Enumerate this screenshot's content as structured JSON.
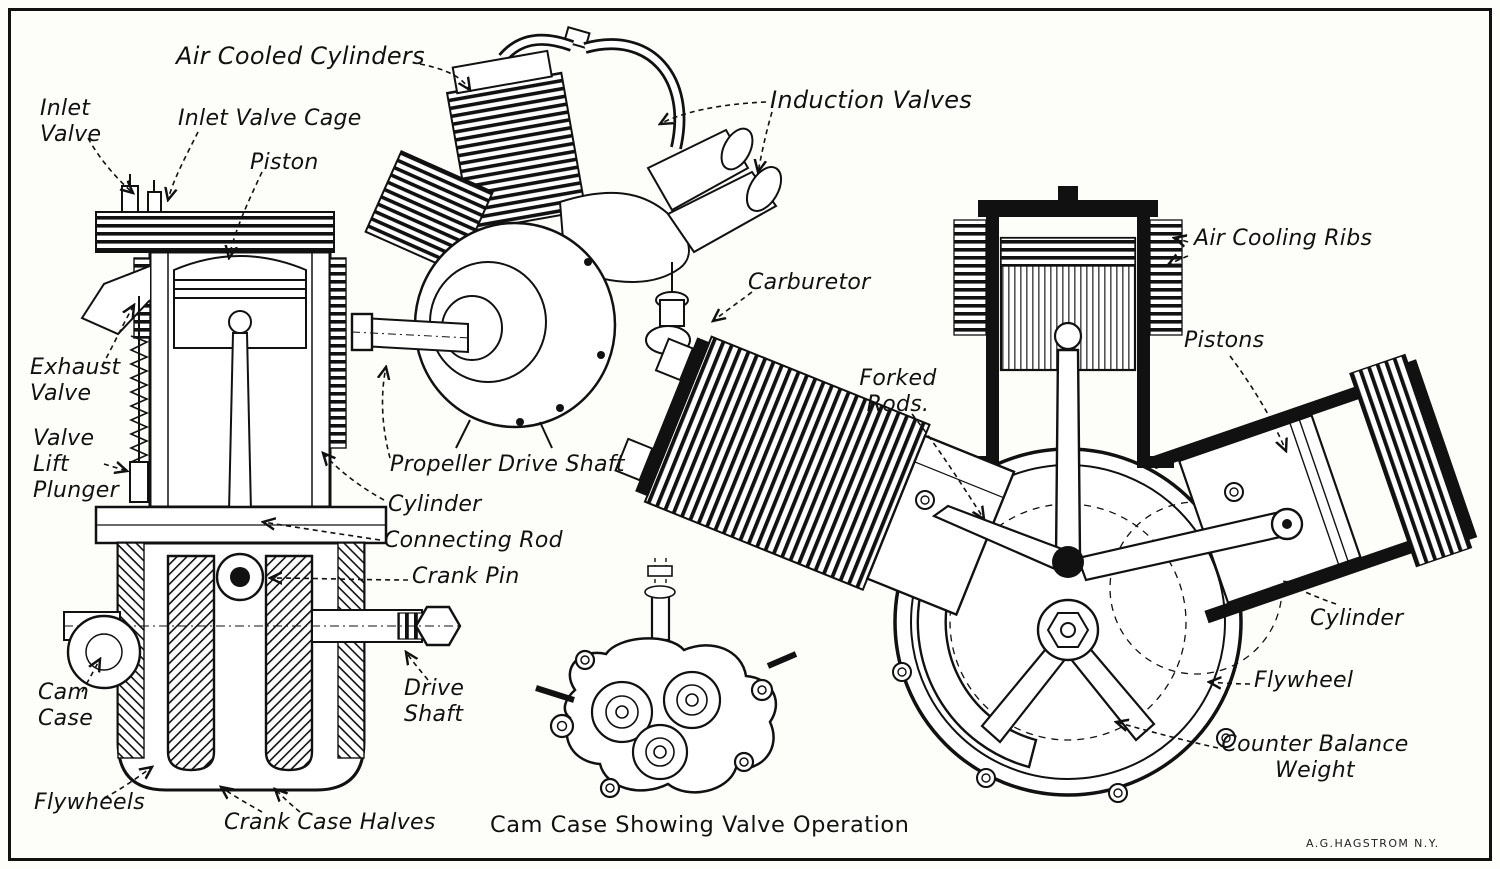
{
  "figure": {
    "caption": "Cam Case Showing Valve Operation",
    "credit": "A.G.HAGSTROM N.Y.",
    "ink_color": "#111111",
    "paper_color": "#fdfdfa"
  },
  "labels": {
    "air_cooled_cylinders": "Air Cooled Cylinders",
    "inlet_valve": "Inlet\nValve",
    "inlet_valve_cage": "Inlet Valve Cage",
    "piston": "Piston",
    "induction_valves": "Induction Valves",
    "carburetor": "Carburetor",
    "exhaust_valve": "Exhaust\nValve",
    "valve_lift_plunger": "Valve\nLift\nPlunger",
    "propeller_drive_shaft": "Propeller Drive Shaft",
    "cylinder_left": "Cylinder",
    "connecting_rod": "Connecting Rod",
    "crank_pin": "Crank Pin",
    "cam_case": "Cam\nCase",
    "drive_shaft": "Drive\nShaft",
    "flywheels": "Flywheels",
    "crank_case_halves": "Crank Case Halves",
    "forked_rods": "Forked\nRods.",
    "air_cooling_ribs": "Air Cooling Ribs",
    "pistons": "Pistons",
    "cylinder_right": "Cylinder",
    "flywheel": "Flywheel",
    "counter_balance_weight": "Counter Balance\nWeight"
  }
}
